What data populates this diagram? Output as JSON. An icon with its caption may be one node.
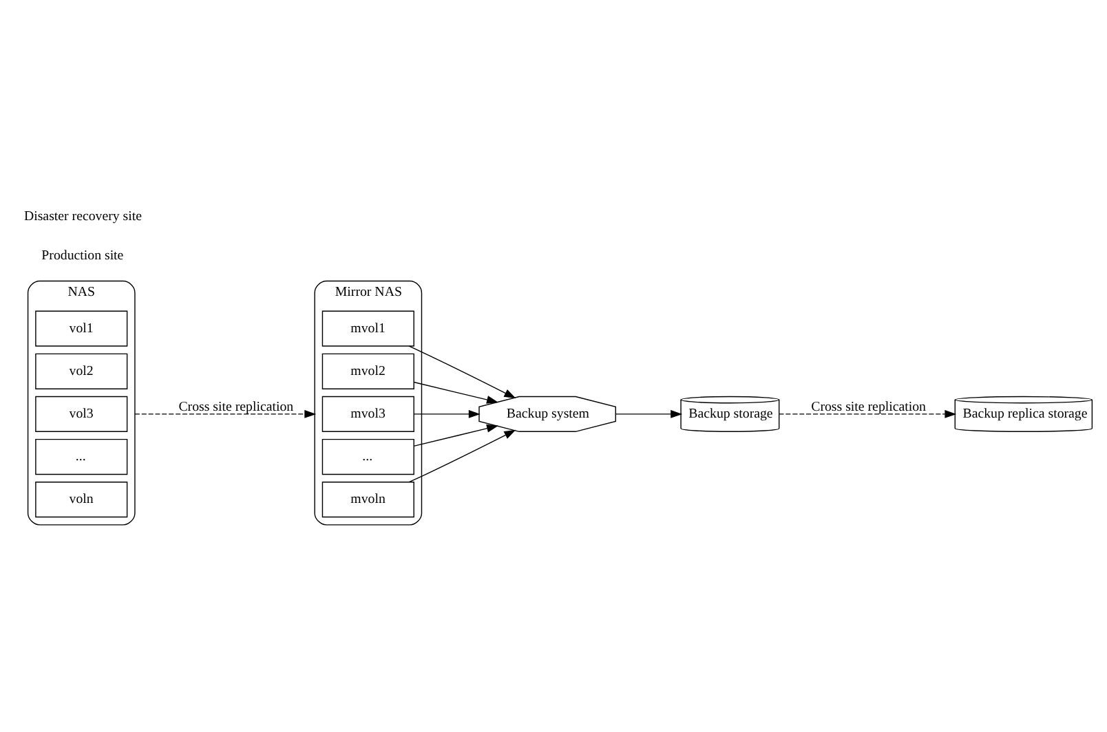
{
  "diagram": {
    "nodes": [
      {
        "text": [
          "NAS"
        ]
      },
      {
        "text": [
          "vol1"
        ],
        "in": 0
      },
      {
        "text": [
          "vol2"
        ],
        "in": 0
      },
      {
        "text": [
          "vol3"
        ],
        "in": 0
      },
      {
        "text": [
          "..."
        ],
        "in": 0
      },
      {
        "text": [
          "voln"
        ],
        "in": 0
      },
      {
        "text": [
          "Mirror NAS"
        ]
      },
      {
        "text": [
          "mvol1"
        ],
        "in": 6
      },
      {
        "text": [
          "mvol2"
        ],
        "in": 6
      },
      {
        "text": [
          "mvol3"
        ],
        "in": 6
      },
      {
        "text": [
          "..."
        ],
        "in": 6
      },
      {
        "text": [
          "mvoln"
        ],
        "in": 6
      },
      {
        "text": [
          "Backup system"
        ]
      },
      {
        "text": [
          "Backup storage"
        ]
      },
      {
        "text": [
          "Backup replica storage"
        ]
      }
    ],
    "edges": [
      {
        "from": 0,
        "to": 6,
        "arrow": "to",
        "label": "Cross site replication",
        "style": "dashed"
      },
      {
        "from": 7,
        "to": 12,
        "arrow": "to"
      },
      {
        "from": 8,
        "to": 12,
        "arrow": "to"
      },
      {
        "from": 9,
        "to": 12,
        "arrow": "to"
      },
      {
        "from": 10,
        "to": 12,
        "arrow": "to"
      },
      {
        "from": 11,
        "to": 12,
        "arrow": "to"
      },
      {
        "from": 12,
        "to": 13,
        "arrow": "to"
      },
      {
        "from": 13,
        "to": 14,
        "arrow": "to",
        "label": "Cross site replication",
        "style": "dashed"
      }
    ],
    "labels": [
      "Production site",
      "Disaster recovery site"
    ]
  }
}
